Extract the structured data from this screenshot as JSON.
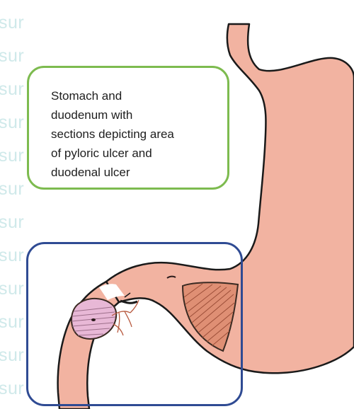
{
  "watermark": {
    "text": "sur",
    "color": "#cfe9ea",
    "rows": 12
  },
  "caption": {
    "text": "Stomach and\nduodenum with\nsections depicting area\nof pyloric ulcer and\nduodenal ulcer",
    "border_color": "#7dbb4f"
  },
  "highlight": {
    "border_color": "#2f4b93"
  },
  "colors": {
    "stomach_fill": "#f2b3a1",
    "outline": "#1a1a1a",
    "muscle_fill": "#df8f74",
    "ulcer_section_fill": "#e8b8d6",
    "vessel": "#b85a3f"
  }
}
